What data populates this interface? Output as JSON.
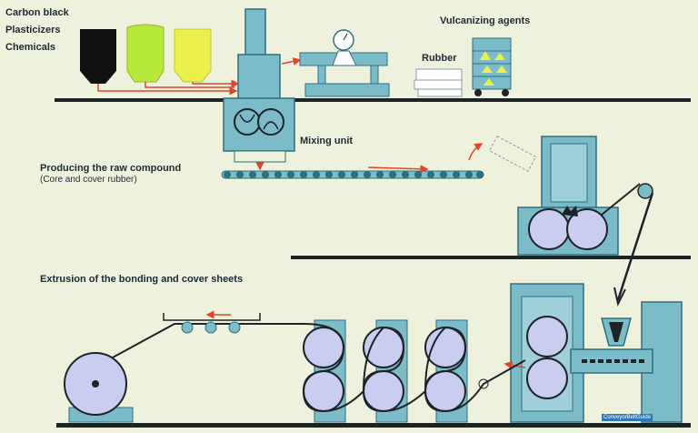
{
  "labels": {
    "carbon_black": "Carbon black",
    "plasticizers": "Plasticizers",
    "chemicals": "Chemicals",
    "vulcanizing_agents": "Vulcanizing agents",
    "rubber": "Rubber",
    "mixing_unit": "Mixing unit",
    "producing_raw_compound": "Producing the raw compound",
    "core_cover_rubber": "(Core and cover rubber)",
    "extrusion": "Extrusion of the bonding and cover sheets"
  },
  "watermark": "ConveyorBeltGuide",
  "colors": {
    "background": "#eef2dc",
    "machine": "#7bbcc8",
    "machine_dark": "#2e6f7e",
    "roller": "#c9cdf0",
    "floor": "#1e2328",
    "arrow": "#e0452c",
    "bin_black": "#111111",
    "bin_green": "#b8ea3c",
    "bin_yellow": "#ecf04a"
  }
}
